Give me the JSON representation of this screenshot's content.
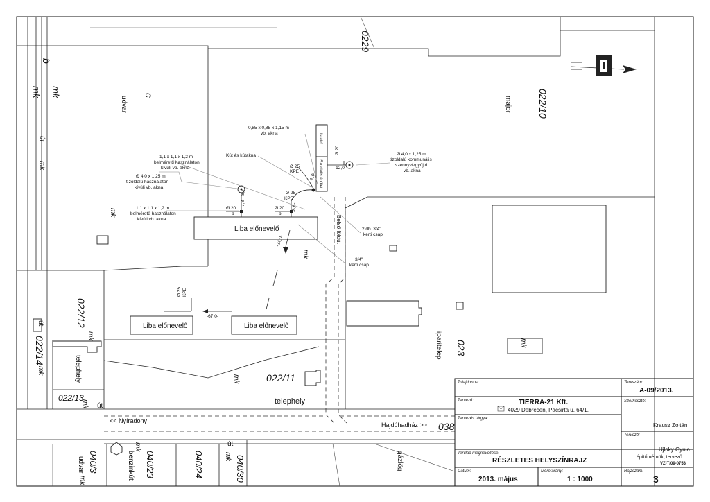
{
  "parcels": {
    "p0229": "0229",
    "p02210": "022/10",
    "p02212": "022/12",
    "p02214": "022/14",
    "p02213": "022/13",
    "p02211": "022/11",
    "p023": "023",
    "p038": "038",
    "p0403": "040/3",
    "p04023": "040/23",
    "p04024": "040/24",
    "p04030": "040/30"
  },
  "land_use": {
    "b": "b",
    "c": "c",
    "mk": "mk",
    "ut": "út",
    "udvar": "udvar",
    "major": "major",
    "telephely": "telephely",
    "iparitelep": "iparitelep",
    "benzinkut": "benzinkút",
    "gazlog": "gázlög"
  },
  "roads": {
    "nyiradony": "<< Nyíradony",
    "hajduhadhaz": "Hajdúhadház >>",
    "belso_folduut": "Belső földút"
  },
  "buildings": {
    "liba1": "Liba előnevelő",
    "liba2": "Liba előnevelő",
    "liba3": "Liba előnevelő",
    "szocialis": "Szociális épület",
    "istallo": "Istálló"
  },
  "annotations": {
    "akna_085": "0,85 x 0,85 x 1,15 m",
    "vb_akna": "vb. akna",
    "kut": "Kút és kútakna",
    "akna_11_a": "1,1 x 1,1 x 1,2 m",
    "belmeretu_a": "belméretű használaton",
    "kivuli_a": "kívüli vb. akna",
    "akna_40_a": "Ø 4,0 x 1,25 m",
    "tizoldalu_a": "tízoldalú használaton",
    "kivuli_b": "kívüli vb. akna",
    "akna_11_b": "1,1 x 1,1 x 1,2 m",
    "belmeretu_b": "belméretű használaton",
    "kivuli_c": "kívüli vb. akna",
    "akna_40_b": "Ø 4,0 x 1,25 m",
    "tizoldalu_b": "tízoldalú kommunális",
    "szenny": "szennyvízgyűjtő",
    "vb_akna_b": "vb. akna",
    "csap2": "2 db. 3/4\"",
    "kerti1": "kerti csap",
    "csap1": "3/4\"",
    "kerti2": "kerti csap",
    "d25a": "Ø 25",
    "kpe_a": "KPE",
    "d25b": "Ø 25",
    "kpe_b": "KPE",
    "d25c": "Ø 25",
    "kpe_c": "KPE",
    "d20a": "Ø 20",
    "d20b": "Ø 20",
    "d20c": "Ø 20",
    "bb": "b",
    "lev1": "-7,8-",
    "lev2": "-8,7-",
    "lev3": "-8,6-",
    "lev4": "-12,0-",
    "lev5": "-34,0-",
    "lev6": "-67,0-",
    "lev7": "-9,0-"
  },
  "title_block": {
    "tulajdonos_label": "Tulajdonos:",
    "tervszam_label": "Tervszám:",
    "tervszam": "A-09/2013.",
    "tervezo_label": "Tervező:",
    "company": "TIERRA-21 Kft.",
    "address": "4029 Debrecen, Pacsirta u. 64/1.",
    "szerkeszto_label": "Szerkesztő:",
    "szerkeszto": "Krausz Zoltán",
    "targy_label": "Tervezés tárgya:",
    "tervezo2_label": "Tervező:",
    "designer": "Ujlaky Gyula",
    "designer_title": "építőmérnök, tervező",
    "designer_code": "VZ-T/09-0753",
    "megnevezes_label": "Tervlap megnevezése:",
    "megnevezes": "RÉSZLETES HELYSZÍNRAJZ",
    "datum_label": "Dátum:",
    "datum": "2013. május",
    "meretarany_label": "Méretarány:",
    "meretarany": "1 : 1000",
    "rajzszam_label": "Rajzszám:",
    "rajzszam": "3"
  }
}
